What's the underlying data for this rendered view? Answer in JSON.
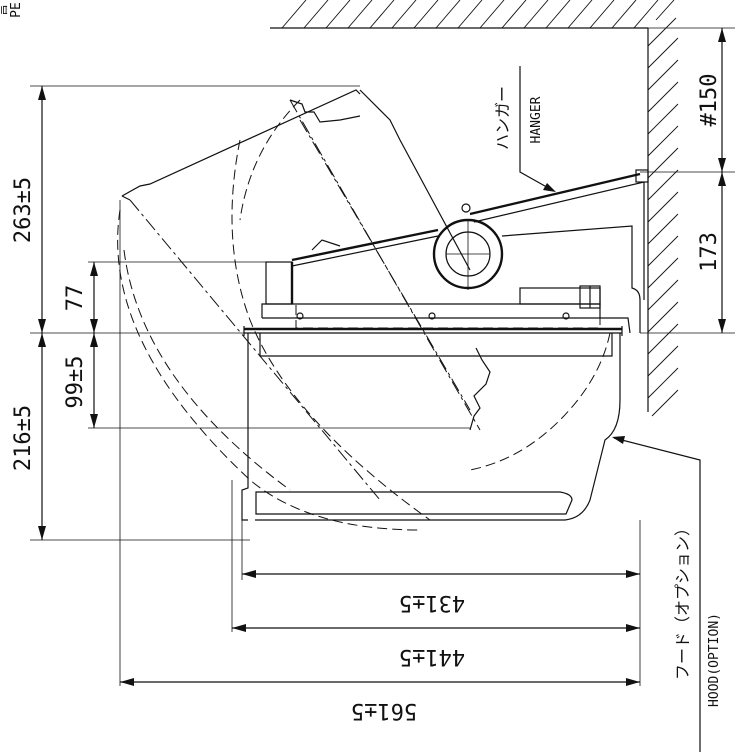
{
  "dimensions": {
    "d263": "263±5",
    "d216": "216±5",
    "d77": "77",
    "d99": "99±5",
    "d150": "#150",
    "d173": "173",
    "d431": "431±5",
    "d441": "441±5",
    "d561": "561±5"
  },
  "labels": {
    "hanger_jp": "ハンガー",
    "hanger_en": "HANGER",
    "hood_jp": "フード（オプション）",
    "hood_en": "HOOD(OPTION)",
    "corner_jp": "言",
    "corner_en": "PE"
  }
}
